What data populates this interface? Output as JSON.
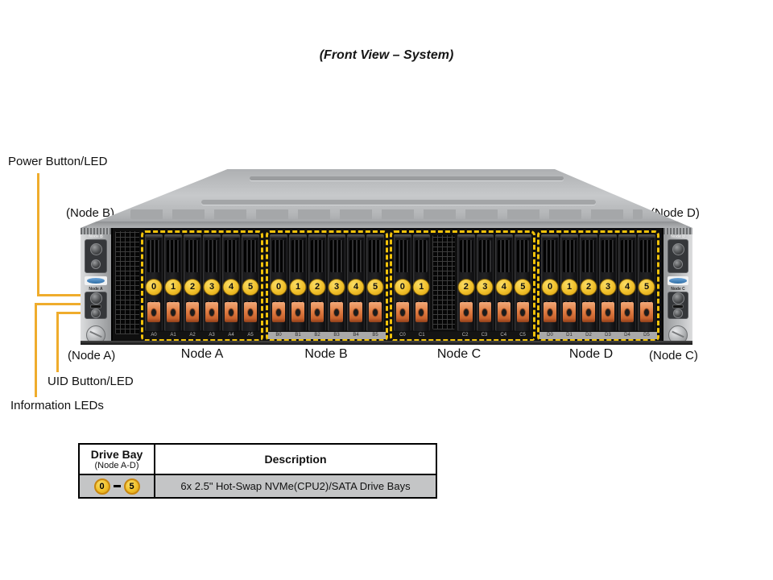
{
  "title": "(Front View – System)",
  "callouts": {
    "power_button": "Power Button/LED",
    "node_b": "(Node B)",
    "node_d": "(Node D)",
    "node_a": "(Node A)",
    "node_c": "(Node C)",
    "uid_button": "UID Button/LED",
    "information_leds": "Information LEDs"
  },
  "nodes": [
    {
      "label": "Node A",
      "bays": [
        "0",
        "1",
        "2",
        "3",
        "4",
        "5"
      ],
      "bay_ids": [
        "A0",
        "A1",
        "A2",
        "A3",
        "A4",
        "A5"
      ],
      "strip": "dark"
    },
    {
      "label": "Node B",
      "bays": [
        "0",
        "1",
        "2",
        "3",
        "4",
        "5"
      ],
      "bay_ids": [
        "B0",
        "B1",
        "B2",
        "B3",
        "B4",
        "B5"
      ],
      "strip": "light"
    },
    {
      "label": "Node C",
      "bays": [
        "0",
        "1",
        "2",
        "3",
        "4",
        "5"
      ],
      "bay_ids": [
        "C0",
        "C1",
        "C2",
        "C3",
        "C4",
        "C5"
      ],
      "strip": "dark",
      "vent_after": 1
    },
    {
      "label": "Node D",
      "bays": [
        "0",
        "1",
        "2",
        "3",
        "4",
        "5"
      ],
      "bay_ids": [
        "D0",
        "D1",
        "D2",
        "D3",
        "D4",
        "D5"
      ],
      "strip": "light"
    }
  ],
  "ears": {
    "left_top": "Node B",
    "left_bottom": "Node A",
    "right_top": "Node D",
    "right_bottom": "Node C"
  },
  "table": {
    "col1_header": "Drive Bay",
    "col1_subheader": "(Node A-D)",
    "col2_header": "Description",
    "row": {
      "bay_start": "0",
      "bay_end": "5",
      "description": "6x 2.5\" Hot-Swap NVMe(CPU2)/SATA Drive Bays"
    }
  },
  "colors": {
    "bay_group_yellow": "#F2C20A",
    "leader_line": "#EFAC2C",
    "bay_number_gold": "#F1C02A",
    "latch_orange": "#E07E44",
    "chassis_dark": "#131313",
    "lid_gray": "#BBBDBF",
    "table_row_gray": "#C4C5C6"
  }
}
